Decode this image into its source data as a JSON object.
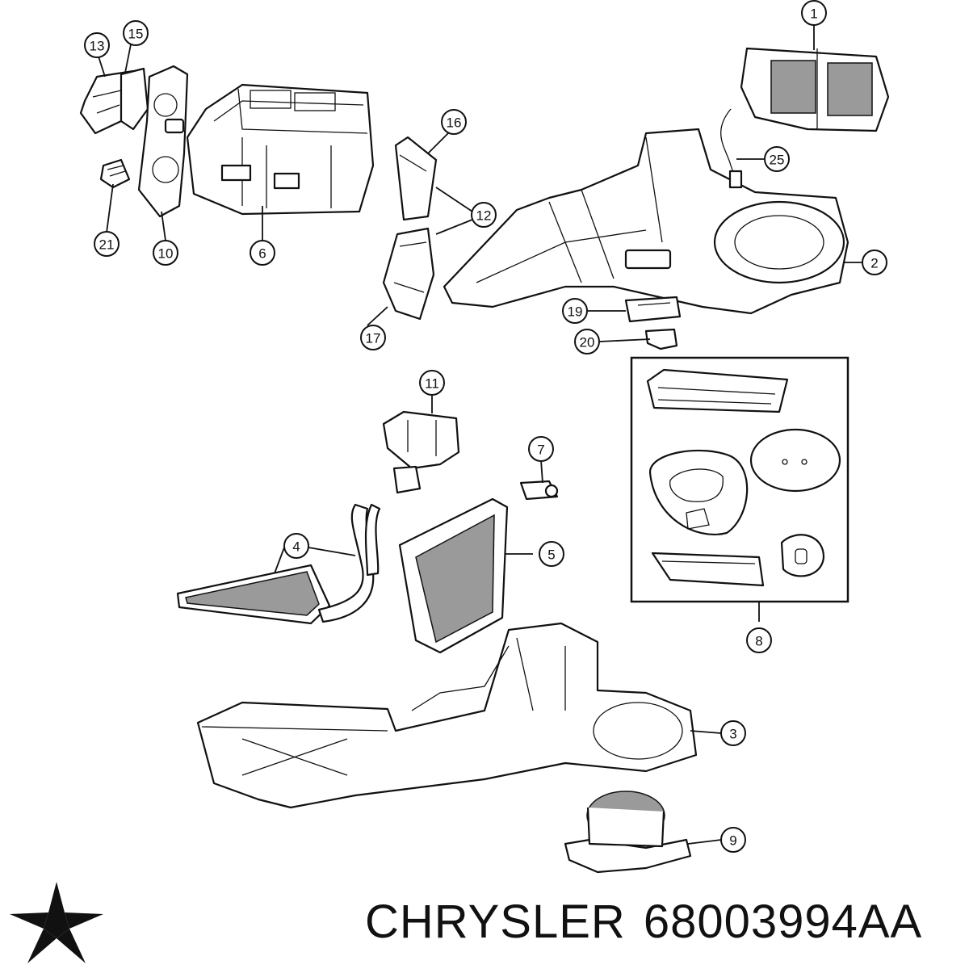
{
  "footer": {
    "brand": "CHRYSLER",
    "part_number": "68003994AA"
  },
  "logo": {
    "icon": "chrysler-pentastar-icon",
    "color": "#111111"
  },
  "callouts": {
    "c1": "1",
    "c2": "2",
    "c3": "3",
    "c4": "4",
    "c5": "5",
    "c6": "6",
    "c7": "7",
    "c8": "8",
    "c9": "9",
    "c10": "10",
    "c11": "11",
    "c12": "12",
    "c13": "13",
    "c15": "15",
    "c16": "16",
    "c17": "17",
    "c19": "19",
    "c20": "20",
    "c21": "21",
    "c25": "25"
  }
}
